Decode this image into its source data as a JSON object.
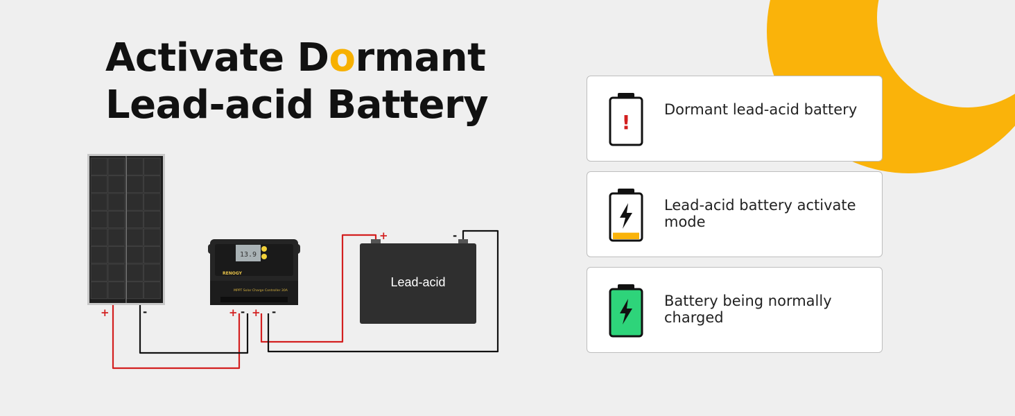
{
  "title": {
    "before_accent": "Activate D",
    "accent": "o",
    "after_accent": "rmant",
    "line2": "Lead-acid Battery"
  },
  "diagram": {
    "battery_label": "Lead-acid",
    "controller_brand": "RENOGY",
    "controller_model": "MPPT Solar Charge Controller 30A",
    "controller_display": "13.9",
    "plus_sign": "+",
    "minus_sign": "-"
  },
  "cards": [
    {
      "text": "Dormant lead-acid battery",
      "icon": "battery-alert-icon",
      "symbol": "!"
    },
    {
      "text": "Lead-acid battery activate mode",
      "icon": "battery-charging-low-icon",
      "fill": 0.1
    },
    {
      "text": "Battery being normally charged",
      "icon": "battery-charging-full-icon",
      "fill": 1.0
    }
  ],
  "colors": {
    "accent": "#f7b000",
    "wire_positive": "#d31f1f",
    "wire_negative": "#111111",
    "battery_green": "#2ed47a"
  }
}
